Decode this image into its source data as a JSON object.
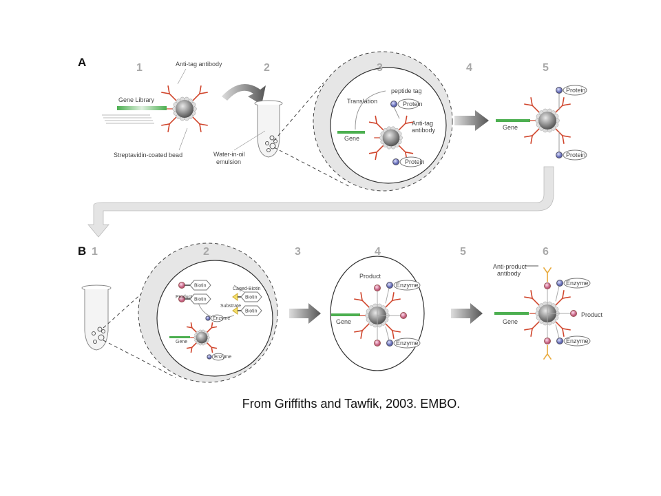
{
  "panels": {
    "a": "A",
    "b": "B"
  },
  "steps_a": [
    "1",
    "2",
    "3",
    "4",
    "5"
  ],
  "steps_b": [
    "1",
    "2",
    "3",
    "4",
    "5",
    "6"
  ],
  "labels_a": {
    "anti_tag_antibody": "Anti-tag antibody",
    "gene_library": "Gene Library",
    "streptavidin_bead": "Streptavidin-coated bead",
    "water_in_oil_1": "Water-in-oil",
    "water_in_oil_2": "emulsion",
    "translation": "Translation",
    "peptide_tag": "peptide tag",
    "protein": "Protein",
    "anti_tag_1": "Anti-tag",
    "anti_tag_2": "antibody",
    "gene": "Gene"
  },
  "labels_b": {
    "biotin": "Biotin",
    "product": "Product",
    "caged_biotin": "Caged-Biotin",
    "substrate": "Substrate",
    "enzyme": "Enzyme",
    "gene": "Gene",
    "anti_product_1": "Anti-product",
    "anti_product_2": "antibody"
  },
  "caption": "From Griffiths and Tawfik, 2003.  EMBO.",
  "colors": {
    "gene": "#4caf50",
    "antibody": "#d0452c",
    "tag": "#7f86c8",
    "product": "#d47a96",
    "anti_product": "#e8a93a"
  }
}
